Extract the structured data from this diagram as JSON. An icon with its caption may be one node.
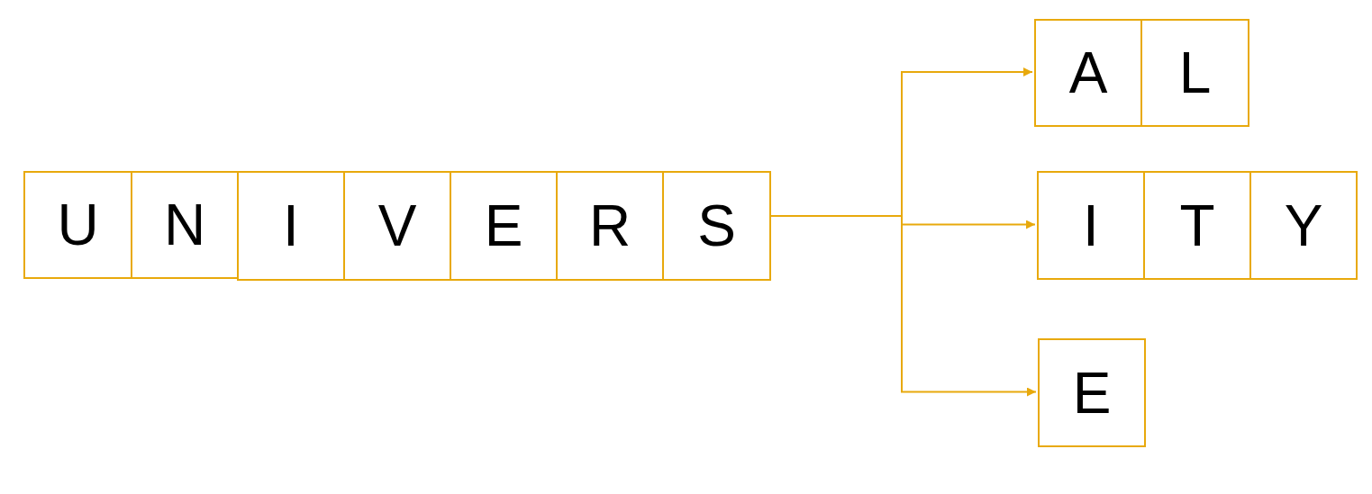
{
  "diagram": {
    "nodes": [
      {
        "text": [
          "U"
        ]
      },
      {
        "text": [
          "N"
        ]
      },
      {
        "text": [
          "I"
        ]
      },
      {
        "text": [
          "V"
        ]
      },
      {
        "text": [
          "E"
        ]
      },
      {
        "text": [
          "R"
        ]
      },
      {
        "text": [
          "S"
        ]
      },
      {
        "text": [
          "A"
        ]
      },
      {
        "text": [
          "L"
        ]
      },
      {
        "text": [
          "I"
        ]
      },
      {
        "text": [
          "T"
        ]
      },
      {
        "text": [
          "Y"
        ]
      },
      {
        "text": [
          "E"
        ]
      }
    ],
    "edges": [
      {
        "from": 6,
        "to": 7,
        "arrow": "to"
      },
      {
        "from": 6,
        "to": 9,
        "arrow": "to"
      },
      {
        "from": 6,
        "to": 12,
        "arrow": "to"
      }
    ]
  }
}
